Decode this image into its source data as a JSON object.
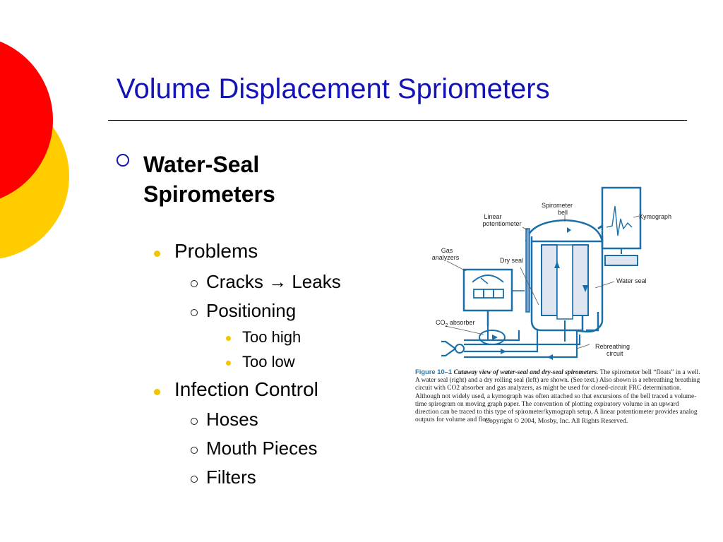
{
  "slide": {
    "title": "Volume Displacement Spriometers",
    "bullet": "Water-Seal Spirometers",
    "items": [
      {
        "label": "Problems"
      },
      {
        "label": "Cracks → Leaks"
      },
      {
        "label": "Positioning"
      },
      {
        "label": "Too high"
      },
      {
        "label": "Too low"
      },
      {
        "label": "Infection Control"
      },
      {
        "label": "Hoses"
      },
      {
        "label": "Mouth Pieces"
      },
      {
        "label": "Filters"
      }
    ]
  },
  "figure": {
    "labels": {
      "spirometer_bell_1": "Spirometer",
      "spirometer_bell_2": "bell",
      "kymograph": "Kymograph",
      "linear_pot_1": "Linear",
      "linear_pot_2": "potentiometer",
      "gas_analyzers_1": "Gas",
      "gas_analyzers_2": "analyzers",
      "dry_seal": "Dry seal",
      "water_seal": "Water seal",
      "co2_absorber_a": "CO",
      "co2_absorber_sub": "2",
      "co2_absorber_b": " absorber",
      "rebreathing_1": "Rebreathing",
      "rebreathing_2": "circuit"
    },
    "caption": {
      "label": "Figure 10–1",
      "heading": "Cutaway view of water-seal and dry-seal spirometers.",
      "text": " The spirometer bell “floats” in a well. A water seal (right) and a dry rolling seal (left) are shown. (See text.) Also shown is a rebreathing breathing circuit with CO2 absorber and gas analyzers, as might be used for closed-circuit FRC determination. Although not widely used, a kymograph was often attached so that excursions of the bell traced a volume-time spirogram on moving graph paper. The convention of plotting expiratory volume in an upward direction can be traced to this type of spirometer/kymograph setup. A linear potentiometer provides analog outputs for volume and flow."
    },
    "copyright": "Copyright © 2004, Mosby, Inc. All Rights Reserved."
  },
  "colors": {
    "title": "#1414b4",
    "bullet_gold": "#f2c500",
    "deco_red": "#ff0000",
    "deco_gold": "#ffcc00",
    "diagram_blue": "#1a6fa8",
    "caption_label": "#1a7ab5"
  }
}
